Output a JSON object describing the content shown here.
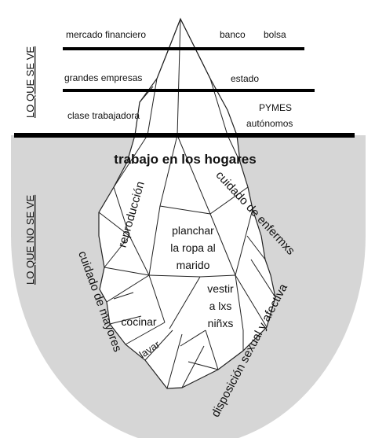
{
  "sections": {
    "visible": "LO QUE SE VE",
    "hidden": "LO QUE NO SE VE"
  },
  "above": {
    "row1_left": "mercado financiero",
    "row1_mid": "banco",
    "row1_right": "bolsa",
    "row2_left": "grandes empresas",
    "row2_right": "estado",
    "row3_left": "clase trabajadora",
    "row3_right_1": "PYMES",
    "row3_right_2": "autónomos"
  },
  "below": {
    "title": "trabajo en los hogares",
    "reproduccion": "reproducción",
    "cuidado_enfermos": "cuidado de enfermxs",
    "planchar_1": "planchar",
    "planchar_2": "la ropa al",
    "planchar_3": "marido",
    "cuidado_mayores": "cuidado de mayores",
    "vestir_1": "vestir",
    "vestir_2": "a lxs",
    "vestir_3": "niñxs",
    "cocinar": "cocinar",
    "lavar": "lavar",
    "disposicion": "disposición sexual y afectiva"
  },
  "colors": {
    "underwater": "#d6d6d6",
    "ink": "#111111"
  }
}
